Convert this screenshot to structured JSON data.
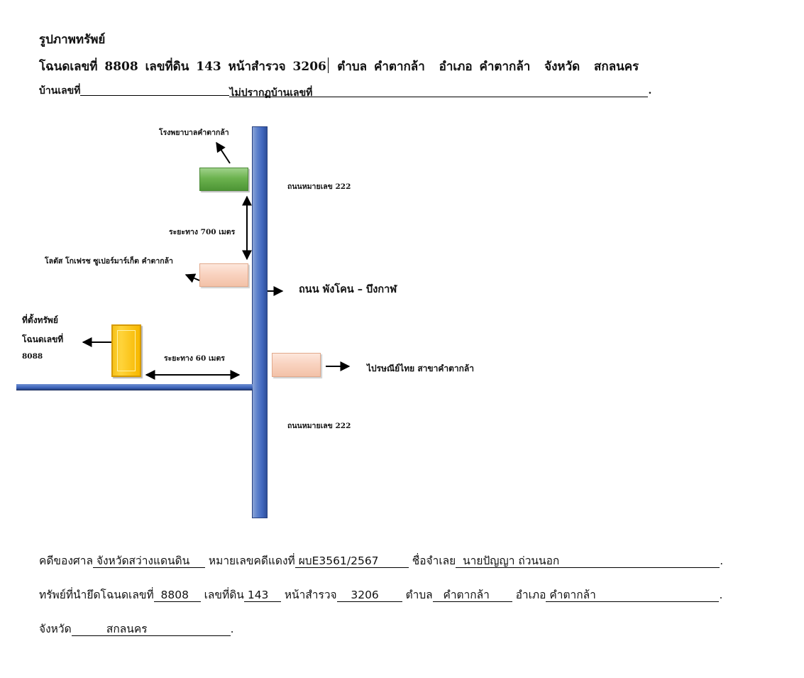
{
  "header": {
    "title": "รูปภาพทรัพย์",
    "line2": {
      "deed_label": "โฉนดเลขที่",
      "deed_no": "8808",
      "land_label": "เลขที่ดิน",
      "land_no": "143",
      "survey_label": "หน้าสำรวจ",
      "survey_no": "3206",
      "subdistrict_label": "ตำบล",
      "subdistrict": "คำตากล้า",
      "district_label": "อำเภอ",
      "district": "คำตากล้า",
      "province_label": "จังหวัด",
      "province": "สกลนคร"
    },
    "line3": {
      "house_label": "บ้านเลขที่",
      "house_value": "ไม่ปรากฏบ้านเลขที่",
      "end": "."
    }
  },
  "map": {
    "hospital": "โรงพยาบาลคำตากล้า",
    "highway_top": "ถนนหมายเลข 222",
    "distance_700": "ระยะทาง 700 เมตร",
    "lotus": "โลตัส โกเฟรช ซูเปอร์มาร์เก็ต คำตากล้า",
    "main_road": "ถนน พังโคน – บึงกาฬ",
    "property_line1": "ที่ตั้งทรัพย์",
    "property_line2": "โฉนดเลขที่",
    "property_line3": "8088",
    "distance_60": "ระยะทาง 60 เมตร",
    "post_office": "ไปรษณีย์ไทย สาขาคำตากล้า",
    "highway_bottom": "ถนนหมายเลข 222",
    "colors": {
      "road": "#3f66bd",
      "hospital_box": "#6cb34f",
      "landmark_box": "#f9d3c0",
      "property_box": "#ffc61a"
    }
  },
  "footer": {
    "line1": {
      "court_label": "คดีของศาล",
      "court": "จังหวัดสว่างแดนดิน",
      "case_label": "หมายเลขคดีแดงที่",
      "case_no": "ผบE3561/2567",
      "defendant_label": "ชื่อจำเลย",
      "defendant": "นายปัญญา ถ่วนนอก",
      "end": "."
    },
    "line2": {
      "seized_label": "ทรัพย์ที่นำยึดโฉนดเลขที่",
      "deed_no": "8808",
      "land_label": "เลขที่ดิน",
      "land_no": "143",
      "survey_label": "หน้าสำรวจ",
      "survey_no": "3206",
      "subdistrict_label": "ตำบล",
      "subdistrict": "คำตากล้า",
      "district_label": "อำเภอ",
      "district": "คำตากล้า",
      "end": "."
    },
    "line3": {
      "province_label": "จังหวัด",
      "province": "สกลนคร",
      "end": "."
    }
  }
}
